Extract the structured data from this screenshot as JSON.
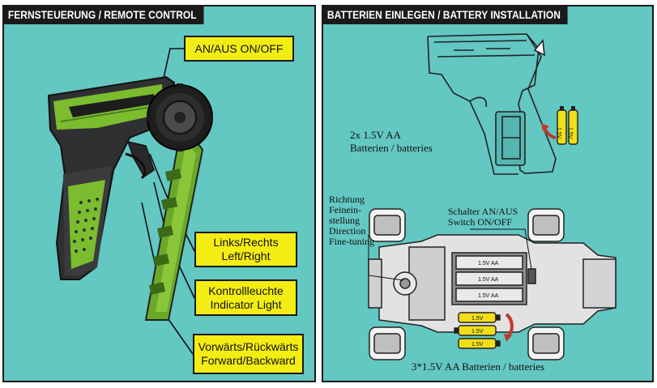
{
  "left_panel": {
    "title": "FERNSTEUERUNG / REMOTE CONTROL",
    "callouts": {
      "power": "AN/AUS  ON/OFF",
      "steering": [
        "Links/Rechts",
        "Left/Right"
      ],
      "indicator": [
        "Kontrollleuchte",
        "Indicator Light"
      ],
      "throttle": [
        "Vorwärts/Rückwärts",
        "Forward/Backward"
      ]
    }
  },
  "right_panel": {
    "title": "BATTERIEN EINLEGEN / BATTERY INSTALLATION",
    "remote_batteries": [
      "2x 1.5V AA",
      "Batterien / batteries"
    ],
    "trim_label": [
      "Richtung",
      "Feinein-",
      "stellung",
      "Direction",
      "Fine-tuning"
    ],
    "switch_label": [
      "Schalter AN/AUS",
      "Switch ON/OFF"
    ],
    "car_batteries": "3*1.5V AA Batterien / batteries",
    "battery_text_remote": "1.5V",
    "battery_text_car": "1.5V AA",
    "battery_text_loose": "1.5V"
  },
  "colors": {
    "panel_bg": "#63c7c2",
    "callout_bg": "#f3ed14",
    "remote_green": "#7bbd2e",
    "header_bg": "#1a1a1a"
  }
}
